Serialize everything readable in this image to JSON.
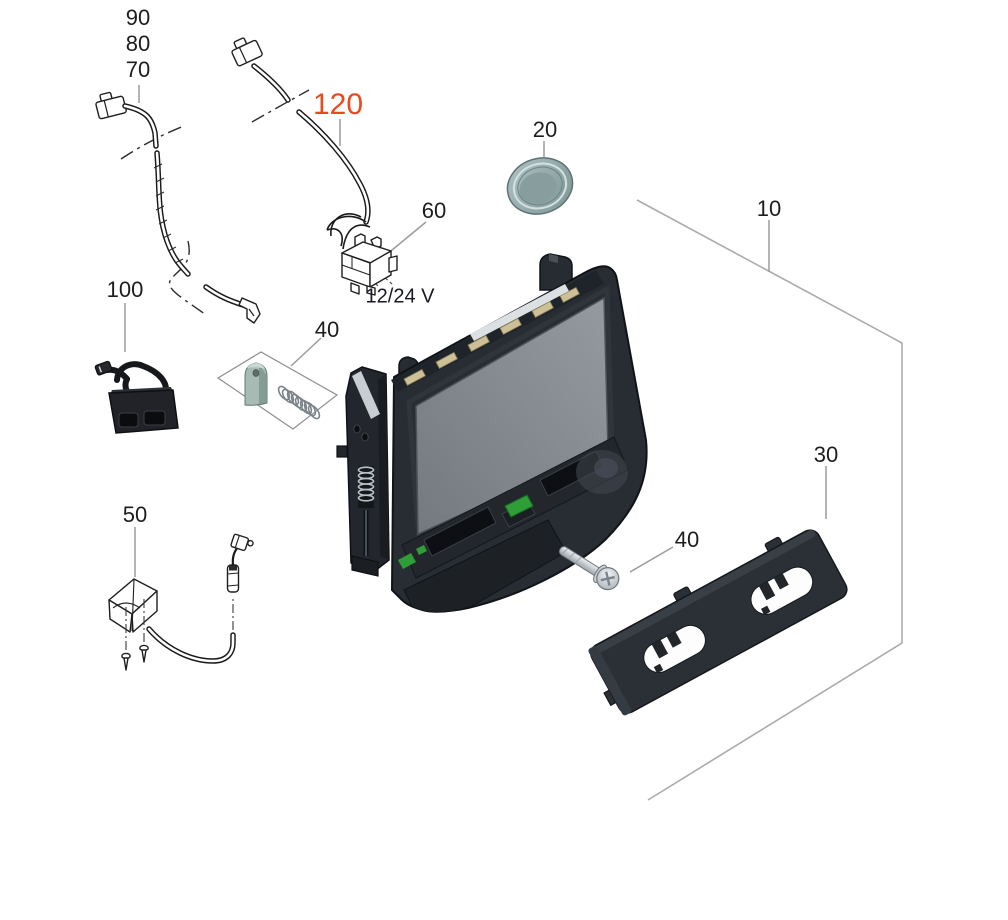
{
  "diagram": {
    "kind": "exploded-parts-diagram",
    "background_color": "#FFFFFF",
    "accent_color": "#E8491D",
    "label_color": "#1D1D1F",
    "leader_line_color": "#A9A9A9",
    "callouts": [
      {
        "id": "90",
        "text": "90",
        "style": "default"
      },
      {
        "id": "80",
        "text": "80",
        "style": "default"
      },
      {
        "id": "70",
        "text": "70",
        "style": "default"
      },
      {
        "id": "120",
        "text": "120",
        "style": "accent"
      },
      {
        "id": "20",
        "text": "20",
        "style": "default"
      },
      {
        "id": "60",
        "text": "60",
        "style": "default"
      },
      {
        "id": "10",
        "text": "10",
        "style": "default"
      },
      {
        "id": "100",
        "text": "100",
        "style": "default"
      },
      {
        "id": "40-left",
        "text": "40",
        "style": "default"
      },
      {
        "id": "50",
        "text": "50",
        "style": "default"
      },
      {
        "id": "40-right",
        "text": "40",
        "style": "default"
      },
      {
        "id": "30",
        "text": "30",
        "style": "default"
      }
    ],
    "annotations": {
      "voltage": "12/24 V"
    },
    "illustration_colors": {
      "unit_body": "#282D33",
      "unit_screen": "#82878D",
      "connector_pads_gold": "#CDBF96",
      "connector_green": "#2F9E38",
      "cap": "#8FA5A6",
      "latch": "#A6BBB4",
      "screw_silver": "#C9CFD3",
      "line_art": "#1A1A1A"
    }
  }
}
